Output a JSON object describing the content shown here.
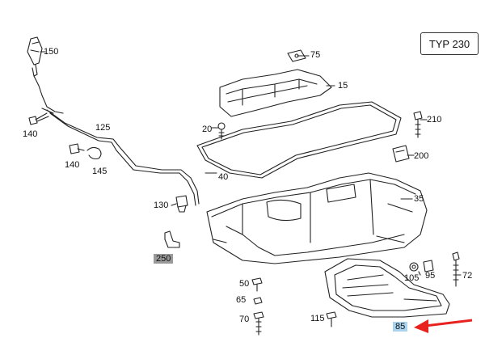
{
  "title_box": "TYP 230",
  "parts": {
    "p150": "150",
    "p75": "75",
    "p15": "15",
    "p140a": "140",
    "p125": "125",
    "p20": "20",
    "p210": "210",
    "p140b": "140",
    "p145": "145",
    "p200": "200",
    "p40": "40",
    "p35": "35",
    "p130": "130",
    "p250": "250",
    "p105": "105",
    "p95": "95",
    "p72": "72",
    "p50": "50",
    "p65": "65",
    "p70": "70",
    "p115": "115",
    "p85": "85"
  },
  "colors": {
    "line": "#222222",
    "highlight_selected": "#a9d3ee",
    "highlight_gray": "#9a9a9a",
    "arrow": "#e8231f"
  },
  "icons": [
    "oil-pan",
    "oil-pan-gasket",
    "baffle-plate",
    "dipstick-tube",
    "sensor",
    "bolt",
    "clip",
    "drain-plug",
    "pointer-arrow"
  ]
}
